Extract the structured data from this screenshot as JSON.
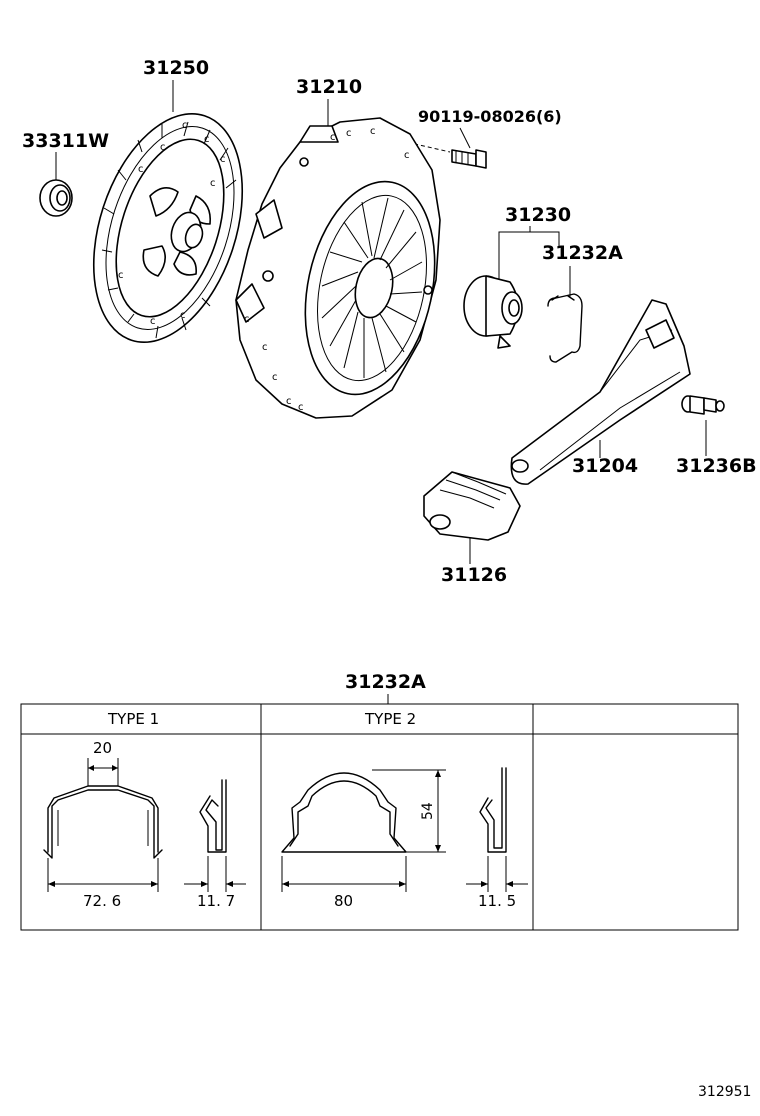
{
  "parts": {
    "p33311W": "33311W",
    "p31250": "31250",
    "p31210": "31210",
    "p90119": "90119-08026(6)",
    "p31230": "31230",
    "p31232A": "31232A",
    "p31204": "31204",
    "p31236B": "31236B",
    "p31126": "31126"
  },
  "table": {
    "title": "31232A",
    "columns": [
      "TYPE  1",
      "TYPE  2",
      ""
    ],
    "type1": {
      "top_dim": "20",
      "width_dim": "72. 6",
      "side_dim": "11. 7"
    },
    "type2": {
      "height_dim": "54",
      "width_dim": "80",
      "side_dim": "11. 5"
    }
  },
  "doc_number": "312951"
}
